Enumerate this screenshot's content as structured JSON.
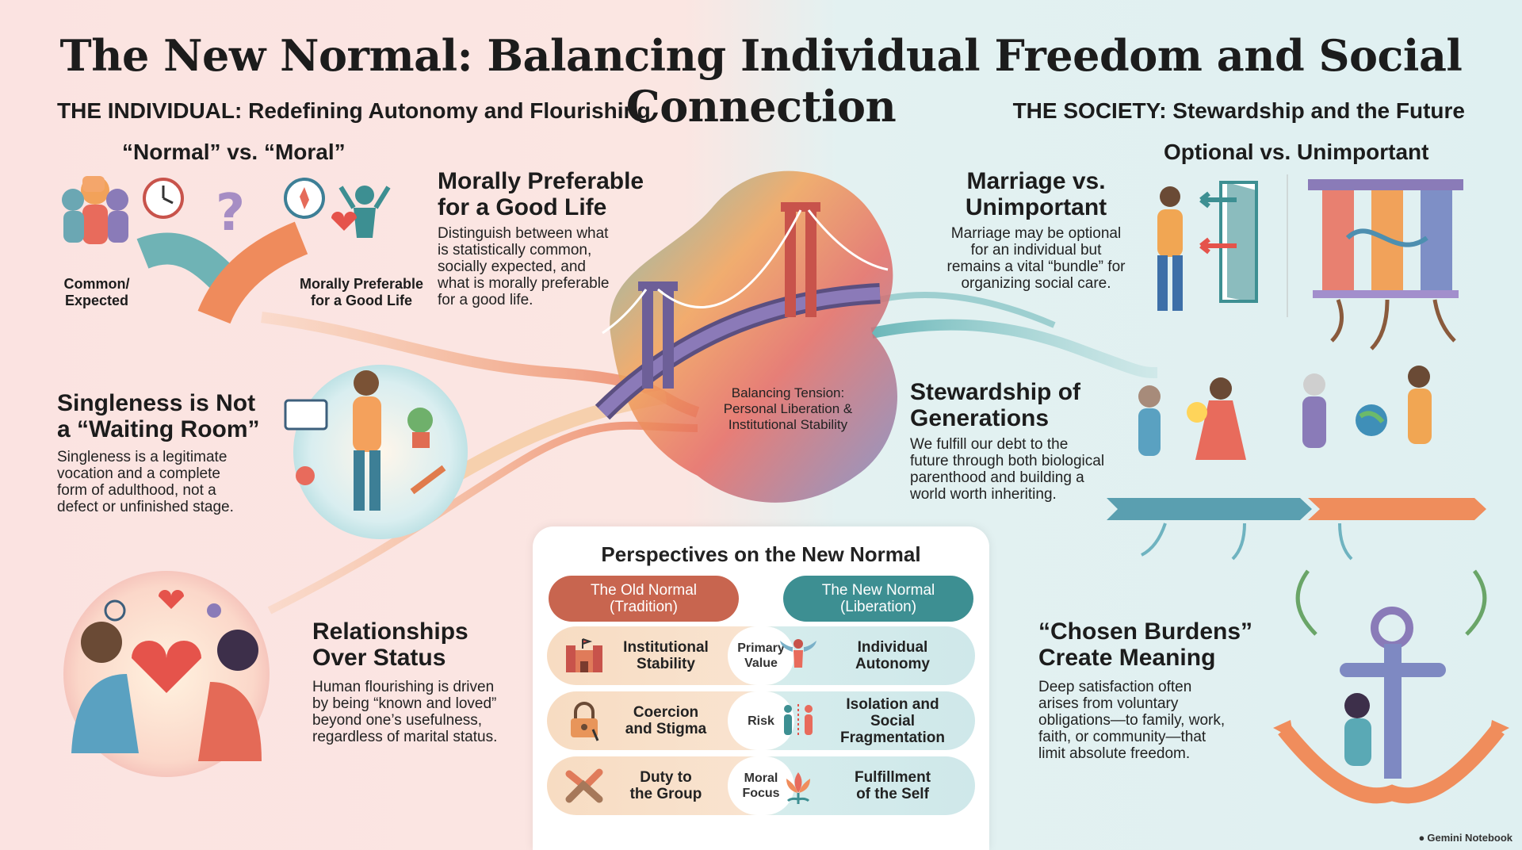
{
  "title": "The New Normal: Balancing Individual Freedom and Social Connection",
  "individual": {
    "heading": "THE INDIVIDUAL: Redefining Autonomy and Flourishing",
    "normal_moral": {
      "subheading": "“Normal” vs. “Moral”",
      "left_caption_line1": "Common/",
      "left_caption_line2": "Expected",
      "right_caption_line1": "Morally Preferable",
      "right_caption_line2": "for a Good Life",
      "title_line1": "Morally Preferable",
      "title_line2": "for a Good Life",
      "body": [
        "Distinguish between what",
        "is statistically common,",
        "socially expected, and",
        "what is morally preferable",
        "for a good life."
      ]
    },
    "singleness": {
      "title_line1": "Singleness is Not",
      "title_line2": "a “Waiting Room”",
      "body": [
        "Singleness is a legitimate",
        "vocation and a complete",
        "form of adulthood, not a",
        "defect or unfinished stage."
      ]
    },
    "relationships": {
      "title_line1": "Relationships",
      "title_line2": "Over Status",
      "body": [
        "Human flourishing is driven",
        "by being “known and loved”",
        "beyond one’s usefulness,",
        "regardless of marital status."
      ]
    }
  },
  "society": {
    "heading": "THE SOCIETY: Stewardship and the Future",
    "subheading": "Optional vs. Unimportant",
    "marriage": {
      "title_line1": "Marriage vs.",
      "title_line2": "Unimportant",
      "body": [
        "Marriage may be optional",
        "for an individual but",
        "remains a vital “bundle” for",
        "organizing social care."
      ]
    },
    "stewardship": {
      "title_line1": "Stewardship of",
      "title_line2": "Generations",
      "body": [
        "We fulfill our debt to the",
        "future through both biological",
        "parenthood and building a",
        "world worth inheriting."
      ]
    },
    "burdens": {
      "title_line1": "“Chosen Burdens”",
      "title_line2": "Create Meaning",
      "body": [
        "Deep satisfaction often",
        "arises from voluntary",
        "obligations—to family, work,",
        "faith, or community—that",
        "limit absolute freedom."
      ]
    }
  },
  "bridge": {
    "line1": "Balancing Tension:",
    "line2": "Personal Liberation &",
    "line3": "Institutional Stability"
  },
  "perspectives": {
    "title": "Perspectives on the New Normal",
    "old_line1": "The Old Normal",
    "old_line2": "(Tradition)",
    "new_line1": "The New Normal",
    "new_line2": "(Liberation)",
    "rows": [
      {
        "left_line1": "Institutional",
        "left_line2": "Stability",
        "mid_line1": "Primary",
        "mid_line2": "Value",
        "right_line1": "Individual",
        "right_line2": "Autonomy",
        "right_line3": ""
      },
      {
        "left_line1": "Coercion",
        "left_line2": "and Stigma",
        "mid_line1": "Risk",
        "mid_line2": "",
        "right_line1": "Isolation and",
        "right_line2": "Social",
        "right_line3": "Fragmentation"
      },
      {
        "left_line1": "Duty to",
        "left_line2": "the Group",
        "mid_line1": "Moral",
        "mid_line2": "Focus",
        "right_line1": "Fulfillment",
        "right_line2": "of the Self",
        "right_line3": ""
      }
    ]
  },
  "footer": "Gemini Notebook",
  "colors": {
    "left_bg": "#fbe3e1",
    "right_bg": "#dff0f1",
    "old_pill": "#c8654f",
    "new_pill": "#3d8f92",
    "orange": "#f0a35a",
    "teal": "#59a9b0",
    "purple": "#8a7bb8"
  }
}
